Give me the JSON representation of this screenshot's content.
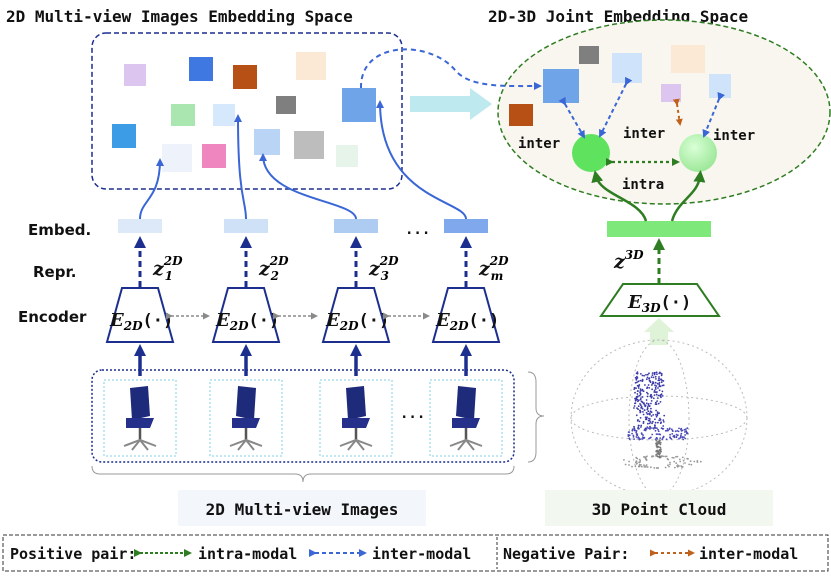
{
  "titles": {
    "left": "2D Multi-view Images Embedding Space",
    "right": "2D-3D Joint Embedding Space"
  },
  "row_labels": {
    "embed": "Embed.",
    "repr": "Repr.",
    "encoder": "Encoder"
  },
  "ellipsis": "...",
  "encoders": [
    {
      "main": "E",
      "sub": "2D",
      "arg": "(·)"
    },
    {
      "main": "E",
      "sub": "2D",
      "arg": "(·)"
    },
    {
      "main": "E",
      "sub": "2D",
      "arg": "(·)"
    },
    {
      "main": "E",
      "sub": "2D",
      "arg": "(·)"
    }
  ],
  "representations": [
    {
      "base": "z",
      "sup": "2D",
      "sub": "1"
    },
    {
      "base": "z",
      "sup": "2D",
      "sub": "2"
    },
    {
      "base": "z",
      "sup": "2D",
      "sub": "3"
    },
    {
      "base": "z",
      "sup": "2D",
      "sub": "m"
    }
  ],
  "encoder_3d": {
    "main": "E",
    "sub": "3D",
    "arg": "(·)"
  },
  "repr_3d": {
    "base": "z",
    "sup": "3D"
  },
  "joint_labels": {
    "inter_left": "inter",
    "inter_mid": "inter",
    "inter_right": "inter",
    "intra": "intra"
  },
  "captions": {
    "images": "2D Multi-view Images",
    "point_cloud": "3D Point Cloud"
  },
  "legend": {
    "positive_label": "Positive pair:",
    "intra": "intra-modal",
    "inter": "inter-modal",
    "negative_label": "Negative Pair:",
    "neg_inter": "inter-modal"
  },
  "colors": {
    "dark_blue": "#1c2f8f",
    "mid_blue": "#3a66d6",
    "green": "#2f7d22",
    "bright_green": "#5fe35f",
    "orange": "#c0601a"
  }
}
